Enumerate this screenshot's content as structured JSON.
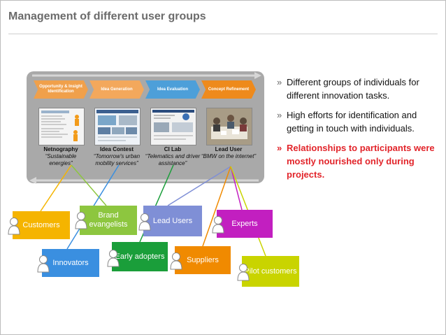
{
  "title": "Management of different user groups",
  "stages": [
    {
      "head": "Opportunity & Insight Identification",
      "name": "Netnography",
      "quote": "“Sustainable energies”"
    },
    {
      "head": "Idea Generation",
      "name": "Idea Contest",
      "quote": "“Tomorrow's urban mobility services”"
    },
    {
      "head": "Idea Evaluation",
      "name": "CI Lab",
      "quote": "“Telematics and driver assistance”"
    },
    {
      "head": "Concept Refinement",
      "name": "Lead User",
      "quote": "“BMW on the internet”"
    }
  ],
  "bullets": [
    {
      "text": "Different groups of individuals for different innovation tasks.",
      "highlight": false
    },
    {
      "text": "High efforts for identification and getting in touch with individuals.",
      "highlight": false
    },
    {
      "text": "Relationships to participants were mostly nourished only during projects.",
      "highlight": true
    }
  ],
  "bullet_mark": "»",
  "groups": [
    {
      "label": "Customers",
      "color": "#f5b400"
    },
    {
      "label": "Brand evangelists",
      "color": "#8dc63f"
    },
    {
      "label": "Lead Users",
      "color": "#7f8fd6"
    },
    {
      "label": "Experts",
      "color": "#c21fc0"
    },
    {
      "label": "Innovators",
      "color": "#3a8fe0"
    },
    {
      "label": "Early adopters",
      "color": "#1a9e3a"
    },
    {
      "label": "Suppliers",
      "color": "#f08a00"
    },
    {
      "label": "Pilot customers",
      "color": "#c9d400"
    }
  ],
  "colors": {
    "stage1": "#f0a04b",
    "stage2": "#f3a85c",
    "stage3": "#4d9fd9",
    "stage4": "#ee8a1c",
    "title": "#6b6b6b",
    "highlight": "#e2242a",
    "process_bg": "#a9a9a9"
  },
  "icons": [
    "person-icon",
    "cycle-arrow-icon"
  ]
}
